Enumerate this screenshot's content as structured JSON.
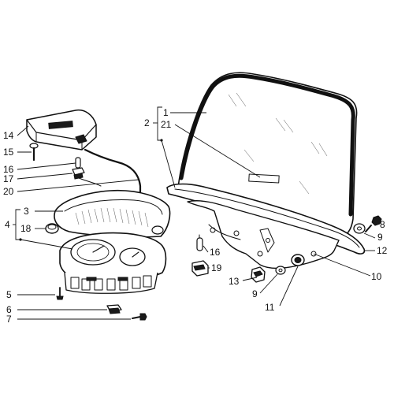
{
  "diagram": {
    "callouts": {
      "c1": "1",
      "c2": "2",
      "c21": "21",
      "c3": "3",
      "c4": "4",
      "c5": "5",
      "c6": "6",
      "c7": "7",
      "c8": "8",
      "c9a": "9",
      "c9b": "9",
      "c10": "10",
      "c11": "11",
      "c12": "12",
      "c13": "13",
      "c14": "14",
      "c15": "15",
      "c16a": "16",
      "c16b": "16",
      "c17": "17",
      "c18": "18",
      "c19": "19",
      "c20": "20"
    },
    "ink_color": "#111111",
    "paper_color": "#ffffff"
  }
}
